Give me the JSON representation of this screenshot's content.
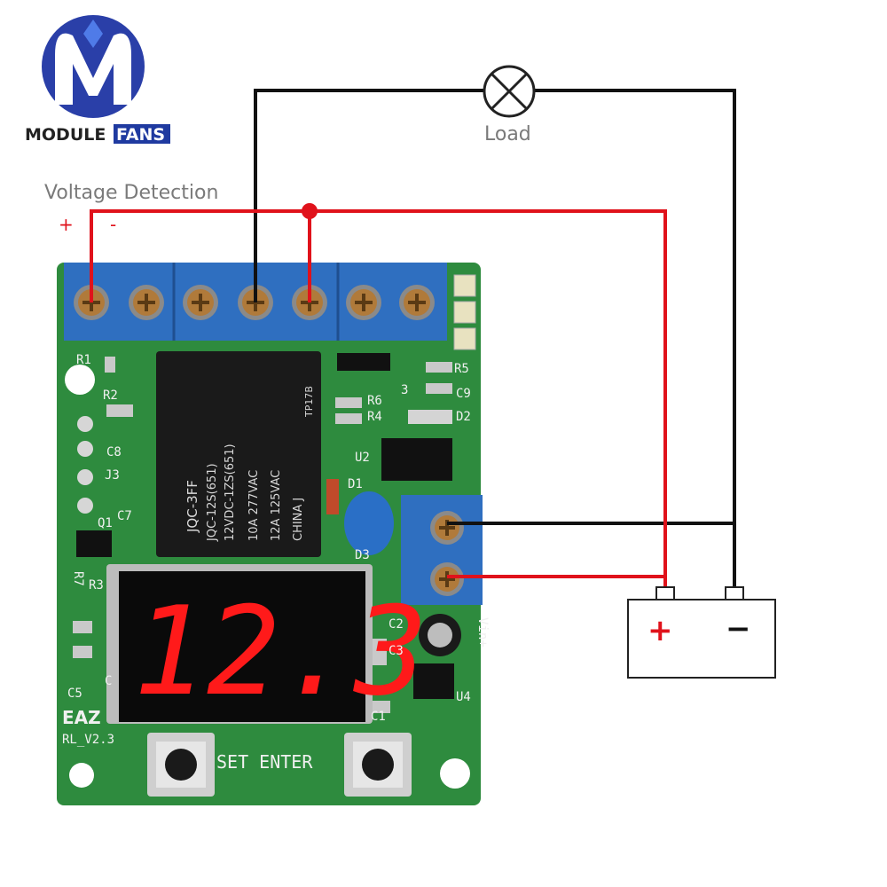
{
  "brand": {
    "name_part1": "MODULE",
    "name_part2": "FANS",
    "colors": {
      "logo_blue": "#2a3fa8",
      "logo_light": "#4f7be8",
      "fans_bg": "#1f3aa0"
    }
  },
  "diagram": {
    "load_label": "Load",
    "voltage_detection_label": "Voltage Detection",
    "plus_sign": "+",
    "minus_sign": "-",
    "battery_plus": "+",
    "battery_minus": "−",
    "colors": {
      "wire_red": "#e0121b",
      "wire_black": "#111111",
      "pcb_green": "#2e8b3e",
      "terminal_blue": "#2f6fc0",
      "led_red": "#ff1a1a"
    }
  },
  "board": {
    "display_value": "12.3",
    "relay_brand": "JQC-3FF",
    "relay_lines": [
      "JQC-12S(651)",
      "12VDC-1ZS(651)",
      "10A 277VAC",
      "12A 125VAC",
      "CHINA J"
    ],
    "relay_side": "TP17B",
    "silkscreen": [
      "R1",
      "R2",
      "C8",
      "J3",
      "D1",
      "Q1",
      "C7",
      "R7",
      "R3",
      "C5",
      "C",
      "R6",
      "R4",
      "R5",
      "C9",
      "D2",
      "U2",
      "D3",
      "C2",
      "C3",
      "U4",
      "C1",
      "Vin+",
      "3"
    ],
    "model": "EAZ",
    "version": "RL_V2.3",
    "buttons_label": "SET ENTER"
  }
}
